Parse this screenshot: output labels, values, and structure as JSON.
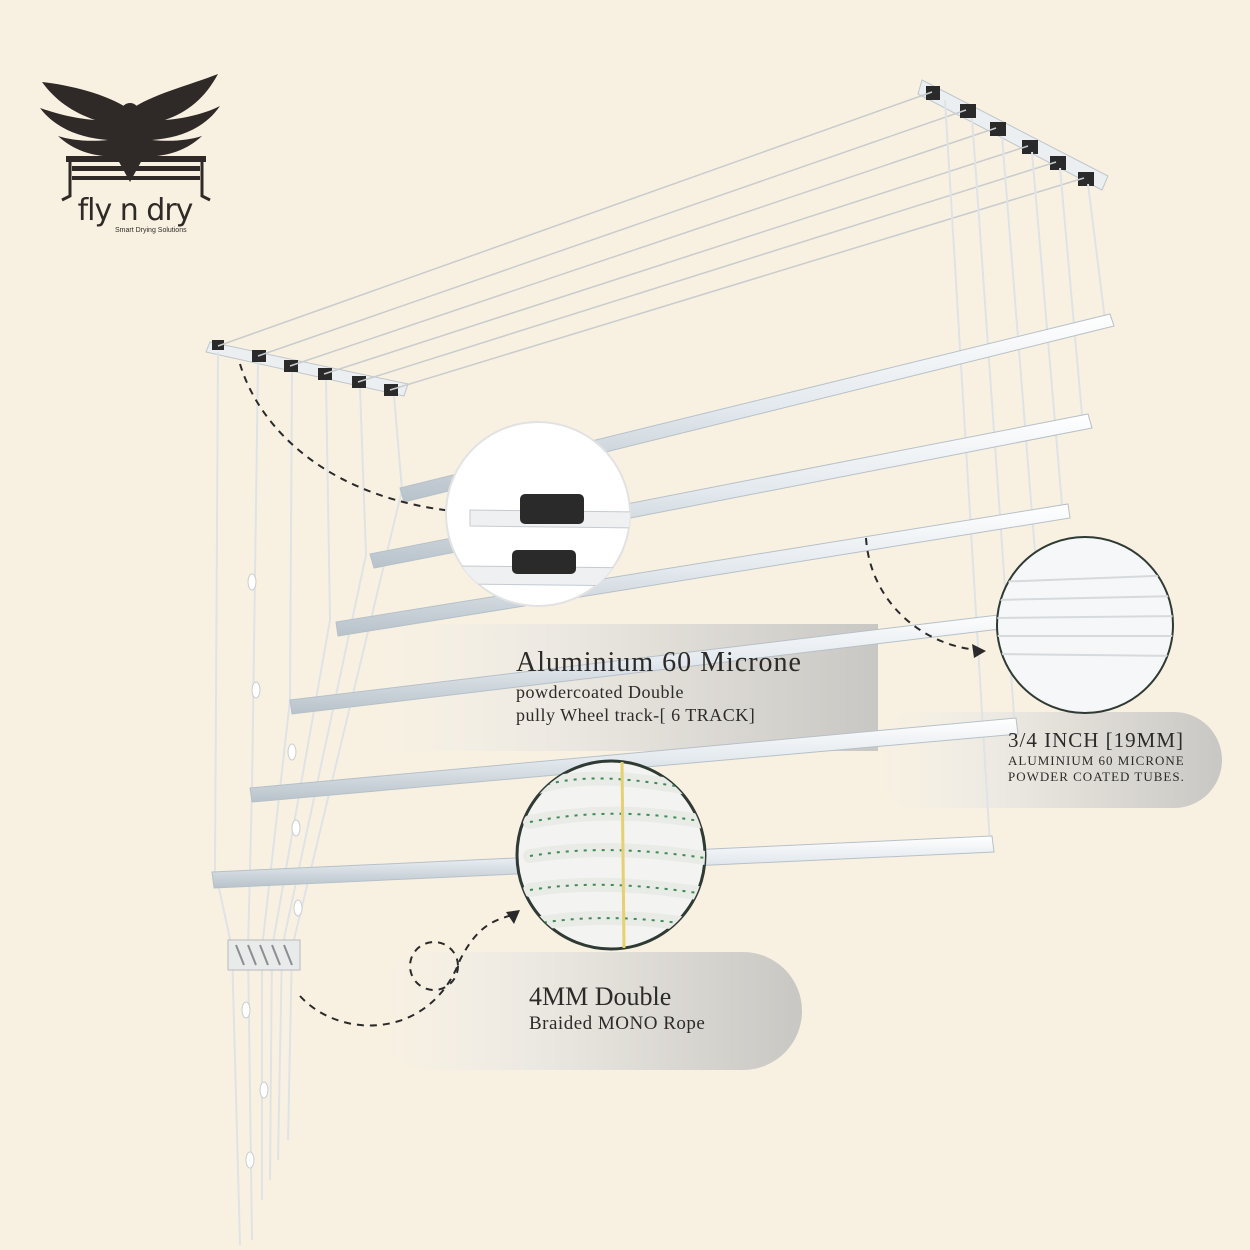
{
  "brand": {
    "name": "fly n dry",
    "tagline": "Smart Drying Solutions"
  },
  "callouts": {
    "track": {
      "heading": "Aluminium 60 Microne",
      "line1": "powdercoated Double",
      "line2": "pully Wheel track-[ 6 TRACK]"
    },
    "tube": {
      "heading": "3/4 INCH [19MM]",
      "line1": "ALUMINIUM 60 MICRONE",
      "line2": "POWDER COATED TUBES."
    },
    "rope": {
      "heading": "4MM Double",
      "line1": "Braided MONO Rope"
    }
  },
  "colors": {
    "background": "#f8f1e2",
    "logo": "#2f2a27",
    "text": "#2d2b29",
    "tube": "#e6ecf0",
    "bracket": "#2a2a2a",
    "rope_green": "#3f8a55"
  },
  "icons": [
    "eagle-logo-icon",
    "pulley-closeup-icon",
    "tube-closeup-icon",
    "rope-closeup-icon"
  ]
}
